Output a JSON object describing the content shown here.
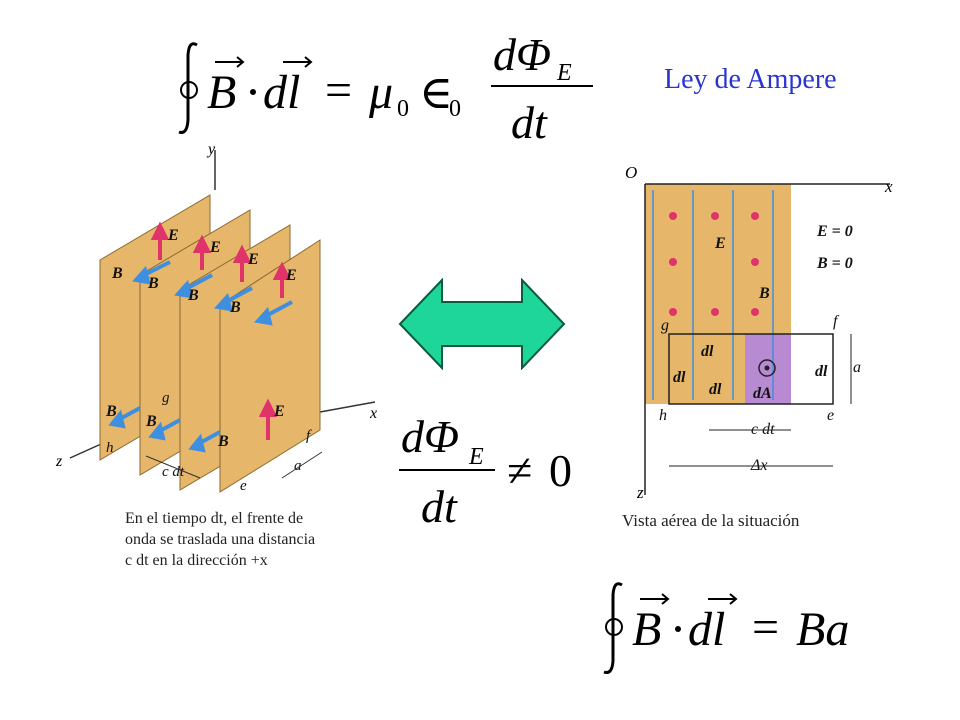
{
  "title": "Ley de Ampere",
  "equations": {
    "top": "∮ B·dl = μ0 ∈0 dΦE/dt",
    "mid": "dΦE/dt ≠ 0",
    "bottom": "∮ B·dl = Ba"
  },
  "left_figure": {
    "caption_lines": [
      "En el tiempo dt, el frente de",
      "onda se traslada una distancia",
      "c dt en la dirección +x"
    ],
    "labels": {
      "y": "y",
      "x": "x",
      "z": "z",
      "E": "E",
      "B": "B",
      "g": "g",
      "h": "h",
      "f": "f",
      "e": "e",
      "a": "a",
      "cdt": "c dt"
    }
  },
  "right_figure": {
    "caption": "Vista aérea de la situación",
    "labels": {
      "O": "O",
      "x": "x",
      "z": "z",
      "E0": "E = 0",
      "B0": "B = 0",
      "E": "E",
      "B": "B",
      "g": "g",
      "f": "f",
      "h": "h",
      "e": "e",
      "a": "a",
      "dl": "dl",
      "dA": "dA",
      "cdt": "c dt",
      "dx": "Δx"
    }
  },
  "colors": {
    "title": "#2a35d0",
    "arrow_fill": "#1fd69a",
    "plane": "#e6b66b",
    "purple": "#b78ad1",
    "field_E": "#e0336a",
    "field_B": "#3f8fe0"
  }
}
